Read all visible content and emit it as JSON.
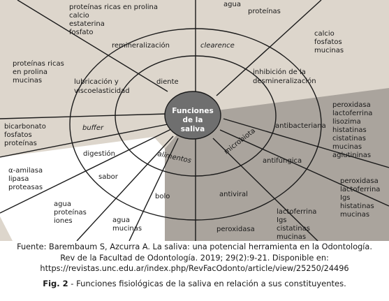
{
  "colors": {
    "light_bg": "#ddd6cc",
    "dark_bg": "#aaa49d",
    "center_fill": "#6f6f6f",
    "lines": "#1a1a1a"
  },
  "center": {
    "line1": "Funciones",
    "line2": "de la",
    "line3": "saliva"
  },
  "functions": {
    "remineralizacion": "remineralización",
    "clearence": "clearence",
    "diente": "diente",
    "lubricacion_1": "lubricación y",
    "lubricacion_2": "viscoelasticidad",
    "inhibicion_1": "inhibición de la",
    "inhibicion_2": "desmineralización",
    "buffer": "buffer",
    "digestion": "digestión",
    "sabor": "sabor",
    "bolo": "bolo",
    "alimentos": "alimentos",
    "microbiota": "microbiota",
    "antibacteriana": "antibacteriana",
    "antifungica": "antifúngica",
    "antiviral": "antiviral"
  },
  "constituents": {
    "top_left": [
      "proteínas ricas en prolina",
      "calcio",
      "estaterina",
      "fosfato"
    ],
    "top_mid": [
      "agua",
      "proteínas"
    ],
    "top_right": [
      "calcio",
      "fosfatos",
      "mucinas"
    ],
    "left_upper": [
      "proteínas ricas",
      "en prolina",
      "mucinas"
    ],
    "left_buffer": [
      "bicarbonato",
      "fosfatos",
      "proteínas"
    ],
    "left_digestion": [
      "α-amilasa",
      "lipasa",
      "proteasas"
    ],
    "left_sabor": [
      "agua",
      "proteínas",
      "iones"
    ],
    "bottom_bolo": [
      "agua",
      "mucinas"
    ],
    "right_antibacteriana": [
      "peroxidasa",
      "lactoferrina",
      "lisozima",
      "histatinas",
      "cistatinas",
      "mucinas",
      "aglutininas"
    ],
    "right_antifungica": [
      "peroxidasa",
      "lactoferrina",
      "Igs",
      "histatinas",
      "mucinas"
    ],
    "bottom_antiviral": [
      "lactoferrina",
      "Igs",
      "cistatinas",
      "mucinas"
    ],
    "bottom_peroxidasa": [
      "peroxidasa"
    ]
  },
  "caption": {
    "source_line1": "Fuente: Barembaum S, Azcurra A. La saliva: una potencial herramienta en la Odontología.",
    "source_line2": "Rev de la Facultad de Odontología. 2019; 29(2):9-21. Disponible en:",
    "source_line3": "https://revistas.unc.edu.ar/index.php/RevFacOdonto/article/view/25250/24496",
    "fig_label": "Fig. 2",
    "fig_text": " - Funciones fisiológicas de la saliva en relación a sus constituyentes."
  }
}
